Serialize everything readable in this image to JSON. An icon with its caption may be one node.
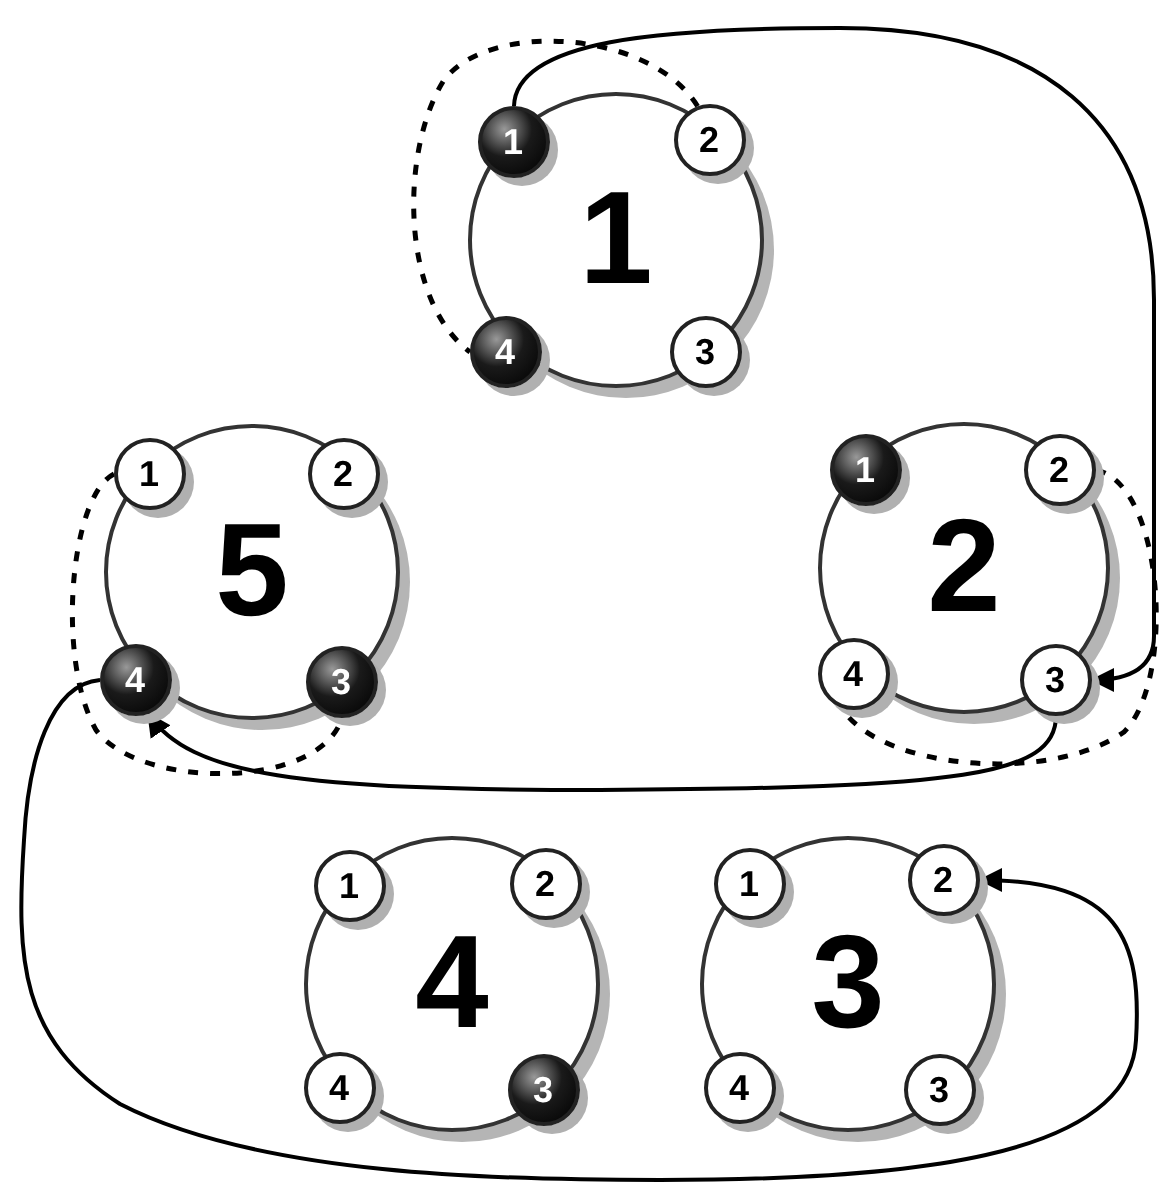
{
  "diagram": {
    "nodes": [
      {
        "text": [
          "1"
        ]
      },
      {
        "text": [
          "1"
        ],
        "in": 0
      },
      {
        "text": [
          "2"
        ],
        "in": 0
      },
      {
        "text": [
          "3"
        ],
        "in": 0
      },
      {
        "text": [
          "4"
        ],
        "in": 0
      },
      {
        "text": [
          "5"
        ]
      },
      {
        "text": [
          "1"
        ],
        "in": 5
      },
      {
        "text": [
          "2"
        ],
        "in": 5
      },
      {
        "text": [
          "3"
        ],
        "in": 5
      },
      {
        "text": [
          "4"
        ],
        "in": 5
      },
      {
        "text": [
          "2"
        ]
      },
      {
        "text": [
          "1"
        ],
        "in": 10
      },
      {
        "text": [
          "2"
        ],
        "in": 10
      },
      {
        "text": [
          "3"
        ],
        "in": 10
      },
      {
        "text": [
          "4"
        ],
        "in": 10
      },
      {
        "text": [
          "4"
        ]
      },
      {
        "text": [
          "1"
        ],
        "in": 15
      },
      {
        "text": [
          "2"
        ],
        "in": 15
      },
      {
        "text": [
          "3"
        ],
        "in": 15
      },
      {
        "text": [
          "4"
        ],
        "in": 15
      },
      {
        "text": [
          "3"
        ]
      },
      {
        "text": [
          "1"
        ],
        "in": 20
      },
      {
        "text": [
          "2"
        ],
        "in": 20
      },
      {
        "text": [
          "3"
        ],
        "in": 20
      },
      {
        "text": [
          "4"
        ],
        "in": 20
      }
    ],
    "edges": [
      {
        "from": 1,
        "to": 13,
        "arrow": "to"
      },
      {
        "from": 13,
        "to": 9,
        "arrow": "to"
      },
      {
        "from": 9,
        "to": 22,
        "arrow": "to"
      },
      {
        "from": 2,
        "to": 4,
        "arrow": "none",
        "style": "dashed"
      },
      {
        "from": 6,
        "to": 8,
        "arrow": "none",
        "style": "dashed"
      },
      {
        "from": 12,
        "to": 14,
        "arrow": "none",
        "style": "dashed"
      }
    ]
  }
}
